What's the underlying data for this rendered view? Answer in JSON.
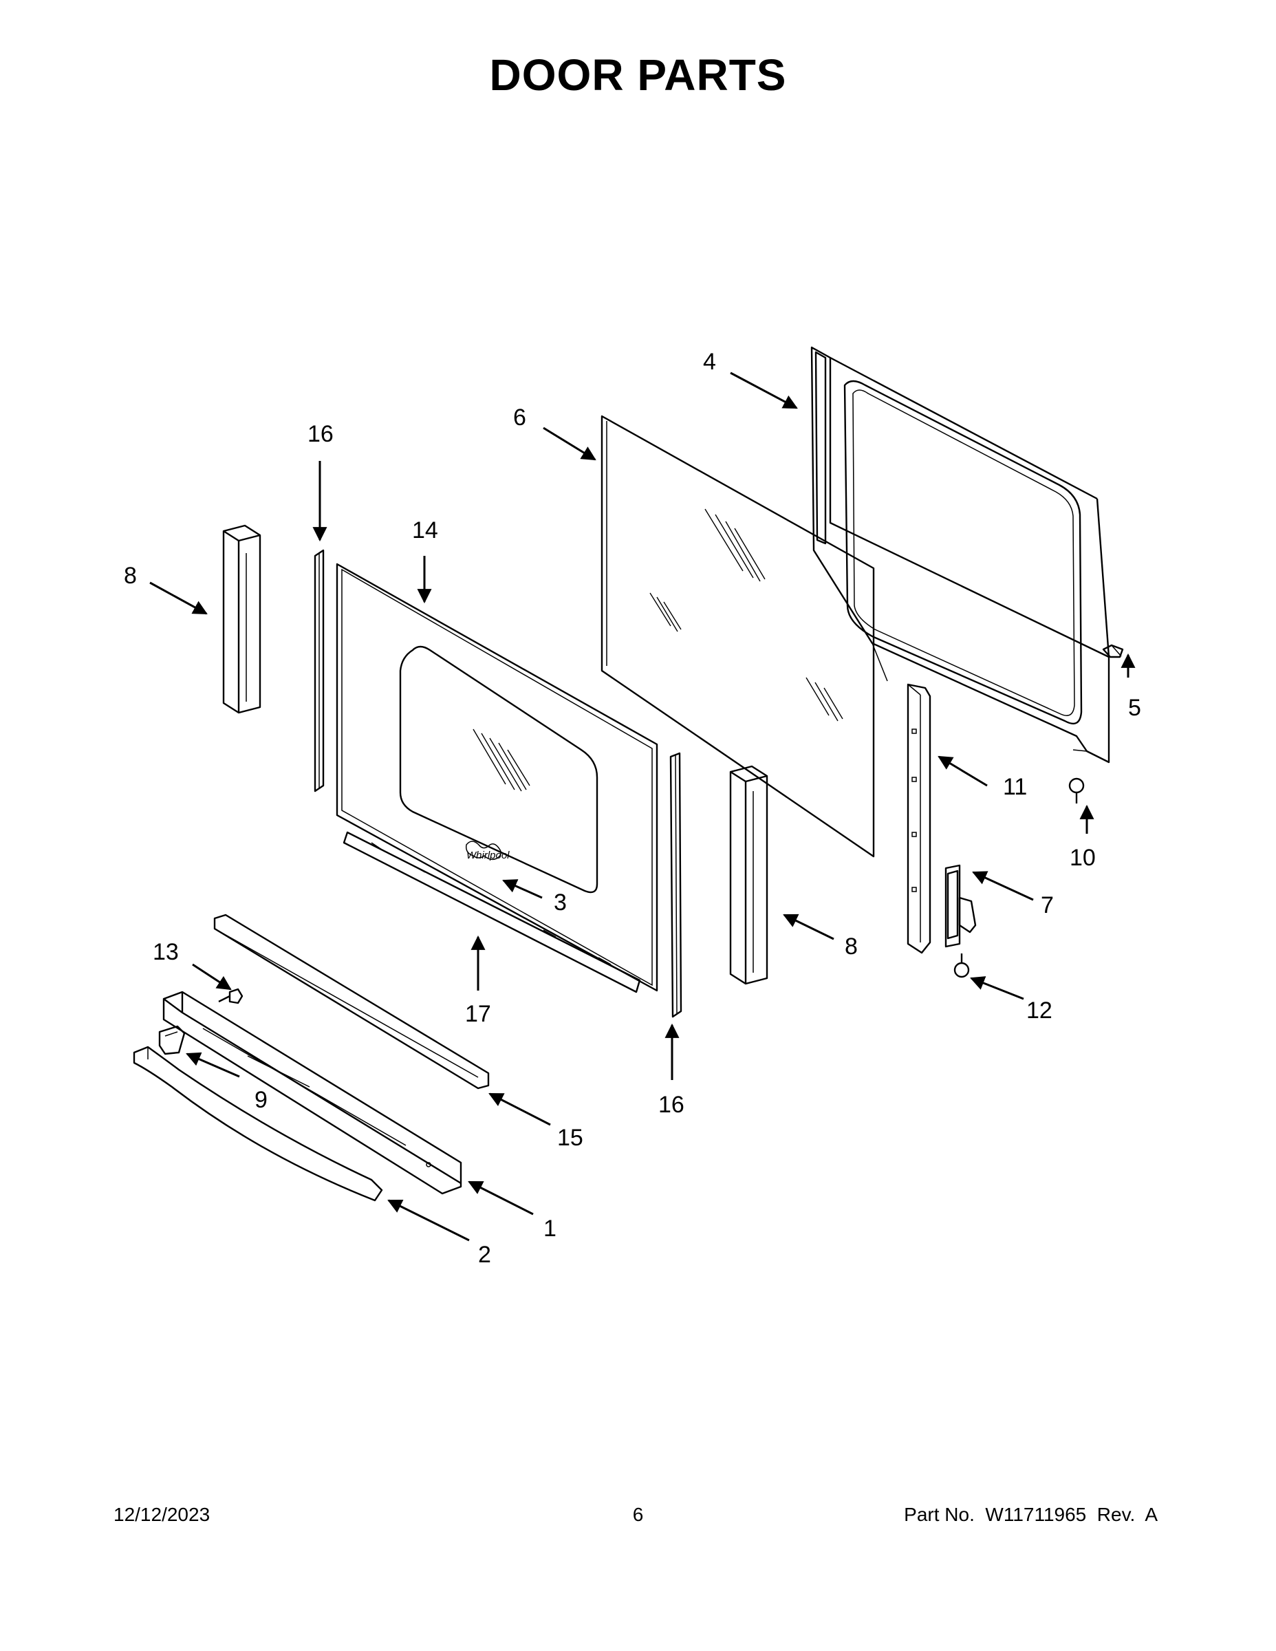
{
  "title": "DOOR PARTS",
  "footer": {
    "date": "12/12/2023",
    "page": "6",
    "part_no": "Part No.  W11711965  Rev.  A"
  },
  "callouts": {
    "c1": "1",
    "c2": "2",
    "c3": "3",
    "c4": "4",
    "c5": "5",
    "c6": "6",
    "c7": "7",
    "c8a": "8",
    "c8b": "8",
    "c9": "9",
    "c10": "10",
    "c11": "11",
    "c12": "12",
    "c13": "13",
    "c14": "14",
    "c15": "15",
    "c16a": "16",
    "c16b": "16",
    "c17": "17"
  }
}
